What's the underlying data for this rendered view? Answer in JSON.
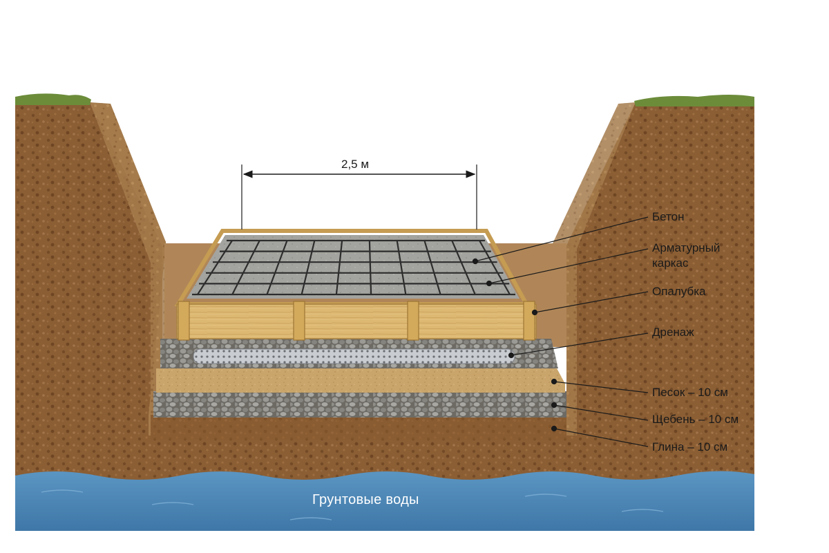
{
  "dimension": {
    "width_label": "2,5 м"
  },
  "layers": {
    "concrete": "Бетон",
    "rebar_line1": "Арматурный",
    "rebar_line2": "каркас",
    "formwork": "Опалубка",
    "drainage": "Дренаж",
    "sand": "Песок – 10 см",
    "gravel": "Щебень – 10 см",
    "clay": "Глина – 10 см"
  },
  "groundwater": "Грунтовые воды",
  "colors": {
    "soil": "#8b5e34",
    "soil_dark": "#6f4624",
    "grass": "#6c8c3a",
    "concrete": "#9c9c98",
    "wood": "#d9b56b",
    "sand": "#c7a36a",
    "gravel": "#8a8a86",
    "clay": "#8a5b2e",
    "water": "#4d88b8"
  }
}
